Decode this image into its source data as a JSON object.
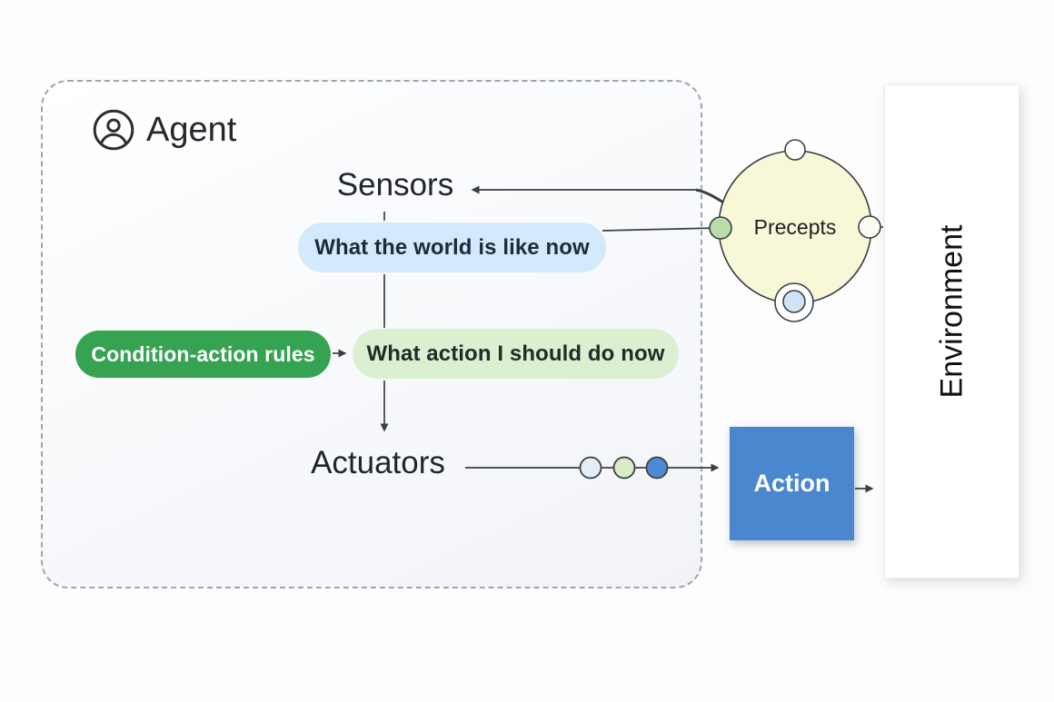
{
  "agent_box": {
    "label": "Agent",
    "sensors": "Sensors",
    "actuators": "Actuators",
    "world_state_pill": "What the world is like now",
    "rules_pill": "Condition-action rules",
    "action_choice_pill": "What action I should do now"
  },
  "precepts": {
    "label": "Precepts"
  },
  "action": {
    "label": "Action"
  },
  "environment": {
    "label": "Environment"
  },
  "icons": {
    "agent_badge": "user-circle-icon"
  },
  "colors": {
    "pill_blue": "#d3e9fc",
    "pill_green": "#35a352",
    "pill_light_green": "#daf0d1",
    "action_blue": "#4a87cf",
    "precepts_yellow": "#f8f8d9",
    "dot_green": "#b9dcab",
    "dot_light_blue": "#cfe3f4",
    "dot_blue": "#4e8bd5",
    "dot_pale_blue": "#e3eefa",
    "line": "#3b3f42",
    "dashed_border": "#9ea5ad"
  }
}
